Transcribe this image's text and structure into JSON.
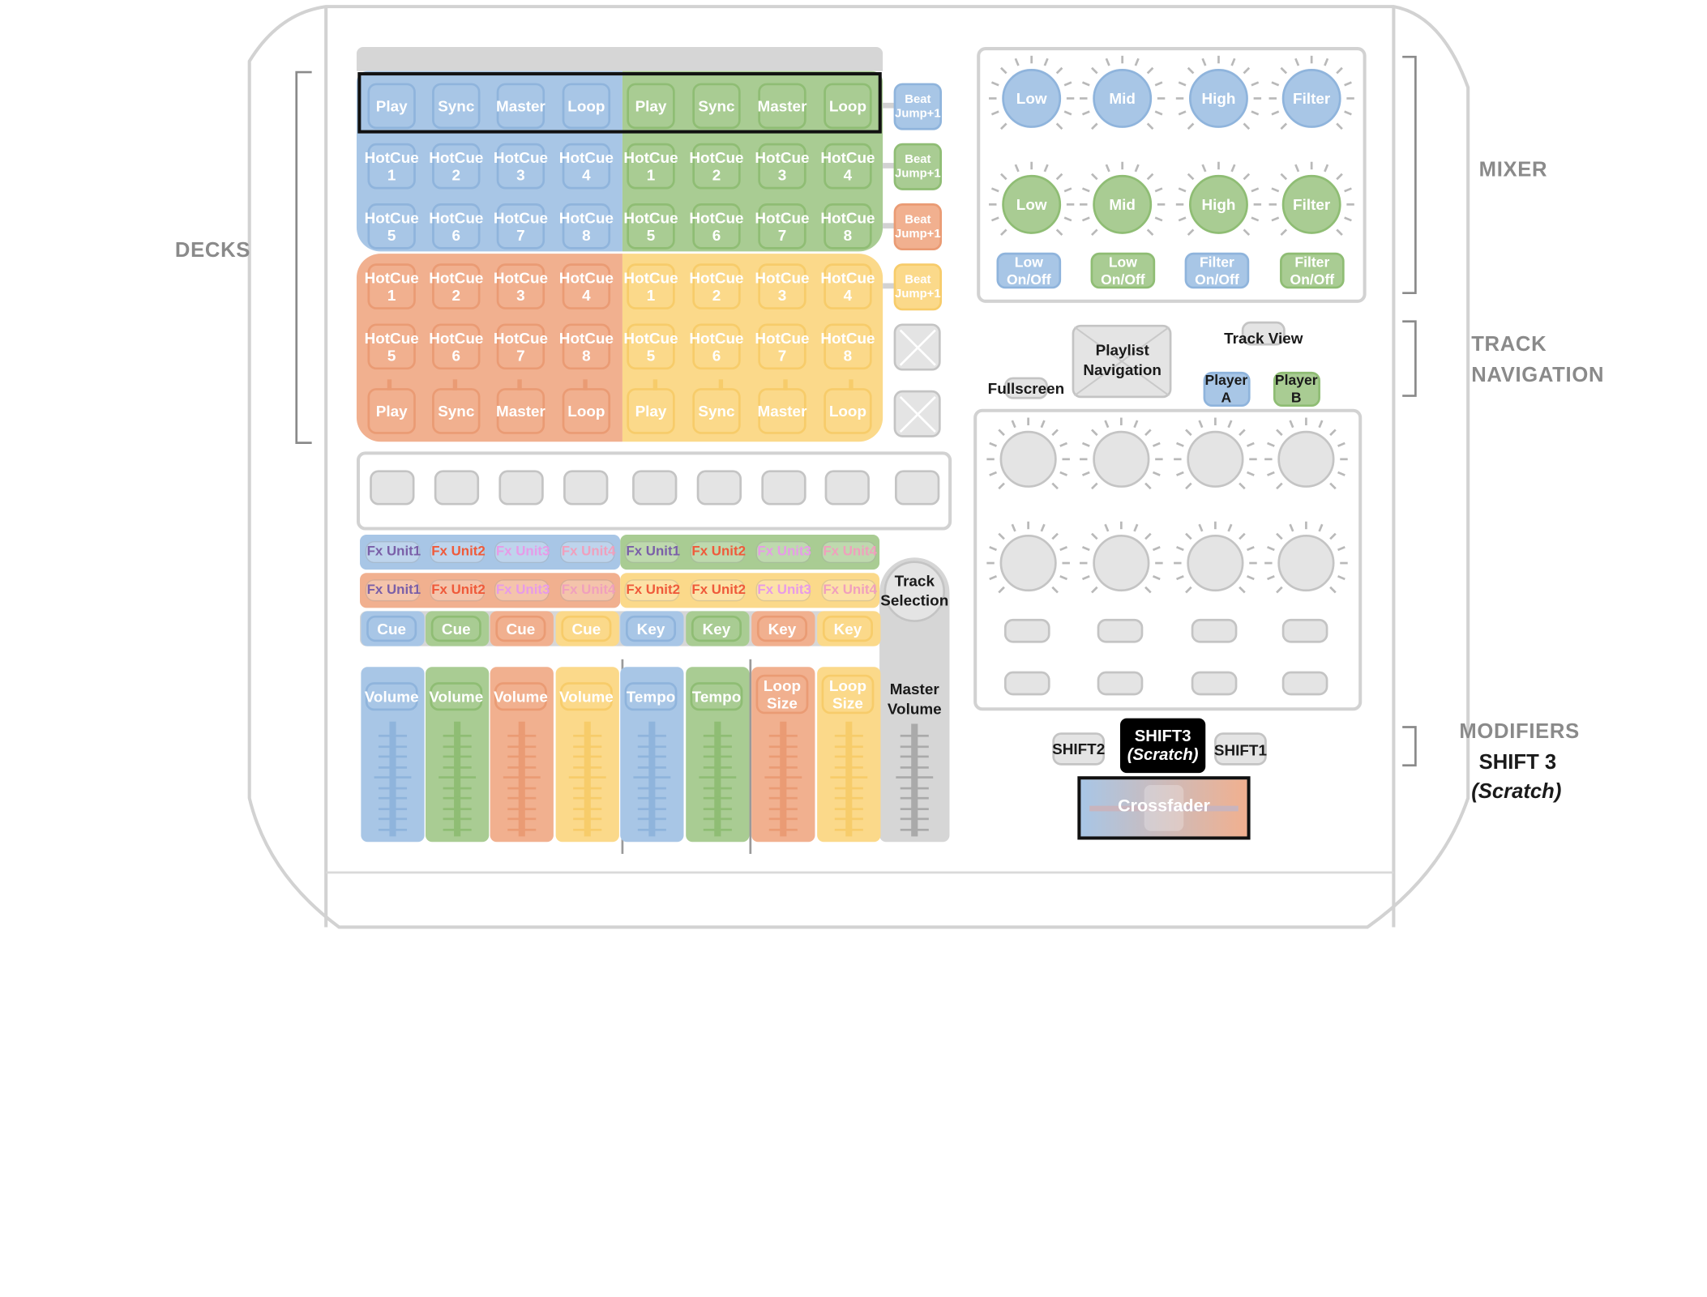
{
  "colors": {
    "blue": "#a8c6e6",
    "green": "#a9cc93",
    "orange": "#f1b08f",
    "yellow": "#fbd98a",
    "gray": "#d6d6d6",
    "outline": "#d2d2d2",
    "blue_dark": "#8fb4dc",
    "green_dark": "#8fbd74",
    "orange_dark": "#ea9b74",
    "yellow_dark": "#f7cc6a"
  },
  "section_labels": {
    "decks": "DECKS",
    "mixer": "MIXER",
    "track_navigation": "TRACK\nNAVIGATION",
    "modifiers": "MODIFIERS",
    "shift3": "SHIFT 3",
    "scratch": "(Scratch)"
  },
  "deck_buttons": {
    "row1": [
      "Play",
      "Sync",
      "Master",
      "Loop",
      "Play",
      "Sync",
      "Master",
      "Loop"
    ],
    "row2": [
      "HotCue\n1",
      "HotCue\n2",
      "HotCue\n3",
      "HotCue\n4",
      "HotCue\n1",
      "HotCue\n2",
      "HotCue\n3",
      "HotCue\n4"
    ],
    "row3": [
      "HotCue\n5",
      "HotCue\n6",
      "HotCue\n7",
      "HotCue\n8",
      "HotCue\n5",
      "HotCue\n6",
      "HotCue\n7",
      "HotCue\n8"
    ],
    "row4": [
      "HotCue\n1",
      "HotCue\n2",
      "HotCue\n3",
      "HotCue\n4",
      "HotCue\n1",
      "HotCue\n2",
      "HotCue\n3",
      "HotCue\n4"
    ],
    "row5": [
      "HotCue\n5",
      "HotCue\n6",
      "HotCue\n7",
      "HotCue\n8",
      "HotCue\n5",
      "HotCue\n6",
      "HotCue\n7",
      "HotCue\n8"
    ],
    "row6": [
      "Play",
      "Sync",
      "Master",
      "Loop",
      "Play",
      "Sync",
      "Master",
      "Loop"
    ]
  },
  "beatjump": [
    "Beat\nJump+1",
    "Beat\nJump+1",
    "Beat\nJump+1",
    "Beat\nJump+1"
  ],
  "fx_rows": [
    [
      "Fx Unit1",
      "Fx Unit2",
      "Fx Unit3",
      "Fx Unit4",
      "Fx Unit1",
      "Fx Unit2",
      "Fx Unit3",
      "Fx Unit4"
    ],
    [
      "Fx Unit1",
      "Fx Unit2",
      "Fx Unit3",
      "Fx Unit4",
      "Fx Unit2",
      "Fx Unit2",
      "Fx Unit3",
      "Fx Unit4"
    ]
  ],
  "fx_text_colors": [
    "#7a5fa8",
    "#ef5a3a",
    "#e79be8",
    "#f0a0bd"
  ],
  "cue_key": [
    "Cue",
    "Cue",
    "Cue",
    "Cue",
    "Key",
    "Key",
    "Key",
    "Key"
  ],
  "faders": [
    "Volume",
    "Volume",
    "Volume",
    "Volume",
    "Tempo",
    "Tempo",
    "Loop\nSize",
    "Loop\nSize"
  ],
  "track_selection": "Track\nSelection",
  "master_volume": "Master\nVolume",
  "mixer_knobs_row1": [
    "Low",
    "Mid",
    "High",
    "Filter"
  ],
  "mixer_knobs_row2": [
    "Low",
    "Mid",
    "High",
    "Filter"
  ],
  "mixer_onoff": [
    "Low\nOn/Off",
    "Low\nOn/Off",
    "Filter\nOn/Off",
    "Filter\nOn/Off"
  ],
  "nav": {
    "playlist": "Playlist\nNavigation",
    "track_view": "Track View",
    "fullscreen": "Fullscreen",
    "player_a": "Player\nA",
    "player_b": "Player\nB"
  },
  "modifiers": {
    "shift2": "SHIFT2",
    "shift3": "SHIFT3",
    "shift3_sub": "(Scratch)",
    "shift1": "SHIFT1"
  },
  "crossfader": "Crossfader"
}
